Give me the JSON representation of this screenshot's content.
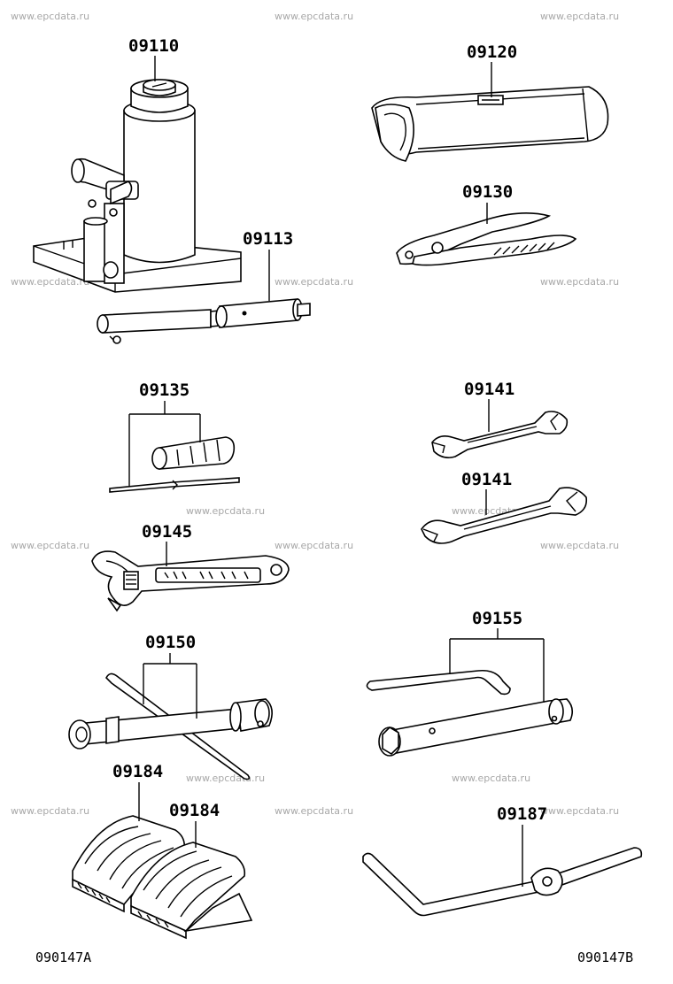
{
  "watermark": "www.epcdata.ru",
  "parts": {
    "p09110": "09110",
    "p09113": "09113",
    "p09120": "09120",
    "p09130": "09130",
    "p09135": "09135",
    "p09141a": "09141",
    "p09141b": "09141",
    "p09145": "09145",
    "p09150": "09150",
    "p09155": "09155",
    "p09184a": "09184",
    "p09184b": "09184",
    "p09187": "09187"
  },
  "footer": {
    "left_code": "090147A",
    "right_code": "090147B"
  },
  "icons": {
    "jack": "bottle-jack-icon",
    "jack_handle": "jack-handle-icon",
    "tool_bag": "tool-bag-icon",
    "pliers": "pliers-icon",
    "screwdriver": "screwdriver-icon",
    "open_wrench_small": "open-end-wrench-icon",
    "open_wrench_large": "open-end-wrench-icon",
    "adjustable_wrench": "adjustable-wrench-icon",
    "wheel_wrench": "wheel-nut-wrench-icon",
    "socket_wrench": "spark-plug-socket-icon",
    "wheel_chock": "wheel-chock-icon",
    "crank_handle": "crank-handle-icon"
  }
}
